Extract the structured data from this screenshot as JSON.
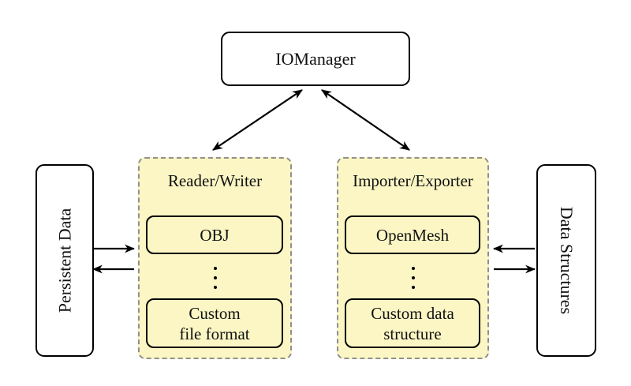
{
  "diagram": {
    "iomanager": {
      "label": "IOManager"
    },
    "left_panel": {
      "label": "Persistent Data"
    },
    "right_panel": {
      "label": "Data Structures"
    },
    "reader_writer": {
      "title": "Reader/Writer",
      "top_item": "OBJ",
      "ellipsis_icon": "vertical-ellipsis",
      "bottom_item_line1": "Custom",
      "bottom_item_line2": "file format"
    },
    "importer_exporter": {
      "title": "Importer/Exporter",
      "top_item": "OpenMesh",
      "ellipsis_icon": "vertical-ellipsis",
      "bottom_item_line1": "Custom data",
      "bottom_item_line2": "structure"
    },
    "edges": [
      {
        "from": "IOManager",
        "to": "Reader/Writer",
        "direction": "bidirectional"
      },
      {
        "from": "IOManager",
        "to": "Importer/Exporter",
        "direction": "bidirectional"
      },
      {
        "from": "Persistent Data",
        "to": "Reader/Writer",
        "direction": "forward"
      },
      {
        "from": "Reader/Writer",
        "to": "Persistent Data",
        "direction": "forward"
      },
      {
        "from": "Data Structures",
        "to": "Importer/Exporter",
        "direction": "forward"
      },
      {
        "from": "Importer/Exporter",
        "to": "Data Structures",
        "direction": "forward"
      }
    ],
    "colors": {
      "background": "#ffffff",
      "container_fill": "#fbf6c4",
      "container_border": "#8f8f8f",
      "node_fill": "#ffffff",
      "arrow": "#000000"
    }
  }
}
